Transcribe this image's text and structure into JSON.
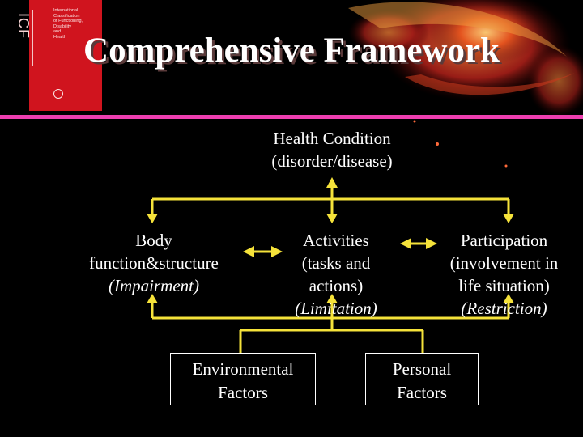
{
  "slide": {
    "title": "Comprehensive Framework",
    "colors": {
      "background": "#000000",
      "accent_rule": "#ee3fb0",
      "arrow": "#f5e23a",
      "cover": "#d0141e"
    }
  },
  "cover": {
    "letters": "ICF",
    "lines": [
      "International",
      "Classification",
      "of Functioning,",
      "Disability",
      "and",
      "Health"
    ],
    "icon": "who-emblem-icon"
  },
  "diagram": {
    "health_condition": {
      "line1": "Health Condition",
      "line2": "(disorder/disease)"
    },
    "body": {
      "line1": "Body",
      "line2": "function&structure",
      "line3": "(Impairment)"
    },
    "activities": {
      "line1": "Activities",
      "line2": "(tasks and",
      "line3": "actions)",
      "line4": "(Limitation)"
    },
    "participation": {
      "line1": "Participation",
      "line2": "(involvement in",
      "line3": "life situation)",
      "line4": "(Restriction)"
    },
    "environmental": {
      "line1": "Environmental",
      "line2": "Factors"
    },
    "personal": {
      "line1": "Personal",
      "line2": "Factors"
    }
  }
}
